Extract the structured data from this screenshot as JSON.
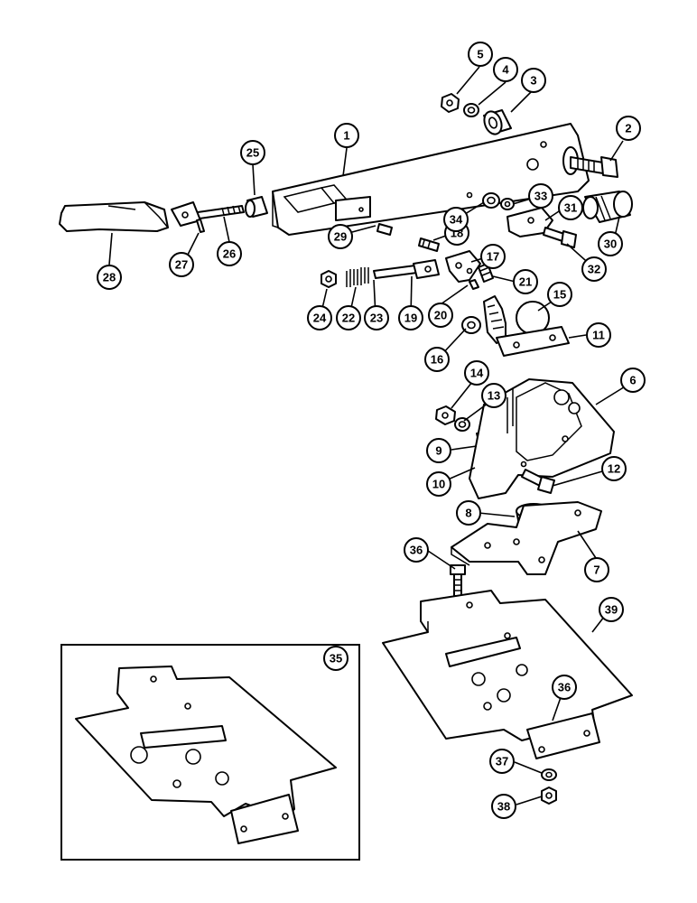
{
  "callouts": [
    {
      "id": "c1",
      "label": "1"
    },
    {
      "id": "c2",
      "label": "2"
    },
    {
      "id": "c3",
      "label": "3"
    },
    {
      "id": "c4",
      "label": "4"
    },
    {
      "id": "c5",
      "label": "5"
    },
    {
      "id": "c6",
      "label": "6"
    },
    {
      "id": "c7",
      "label": "7"
    },
    {
      "id": "c8",
      "label": "8"
    },
    {
      "id": "c9",
      "label": "9"
    },
    {
      "id": "c10",
      "label": "10"
    },
    {
      "id": "c11",
      "label": "11"
    },
    {
      "id": "c12",
      "label": "12"
    },
    {
      "id": "c13",
      "label": "13"
    },
    {
      "id": "c14",
      "label": "14"
    },
    {
      "id": "c15",
      "label": "15"
    },
    {
      "id": "c16",
      "label": "16"
    },
    {
      "id": "c17",
      "label": "17"
    },
    {
      "id": "c18",
      "label": "18"
    },
    {
      "id": "c19",
      "label": "19"
    },
    {
      "id": "c20",
      "label": "20"
    },
    {
      "id": "c21",
      "label": "21"
    },
    {
      "id": "c22",
      "label": "22"
    },
    {
      "id": "c23",
      "label": "23"
    },
    {
      "id": "c24",
      "label": "24"
    },
    {
      "id": "c25",
      "label": "25"
    },
    {
      "id": "c26",
      "label": "26"
    },
    {
      "id": "c27",
      "label": "27"
    },
    {
      "id": "c28",
      "label": "28"
    },
    {
      "id": "c29",
      "label": "29"
    },
    {
      "id": "c30",
      "label": "30"
    },
    {
      "id": "c31",
      "label": "31"
    },
    {
      "id": "c32",
      "label": "32"
    },
    {
      "id": "c33",
      "label": "33"
    },
    {
      "id": "c34",
      "label": "34"
    },
    {
      "id": "c35",
      "label": "35"
    },
    {
      "id": "c36a",
      "label": "36"
    },
    {
      "id": "c36b",
      "label": "36"
    },
    {
      "id": "c37",
      "label": "37"
    },
    {
      "id": "c38",
      "label": "38"
    },
    {
      "id": "c39",
      "label": "39"
    }
  ]
}
